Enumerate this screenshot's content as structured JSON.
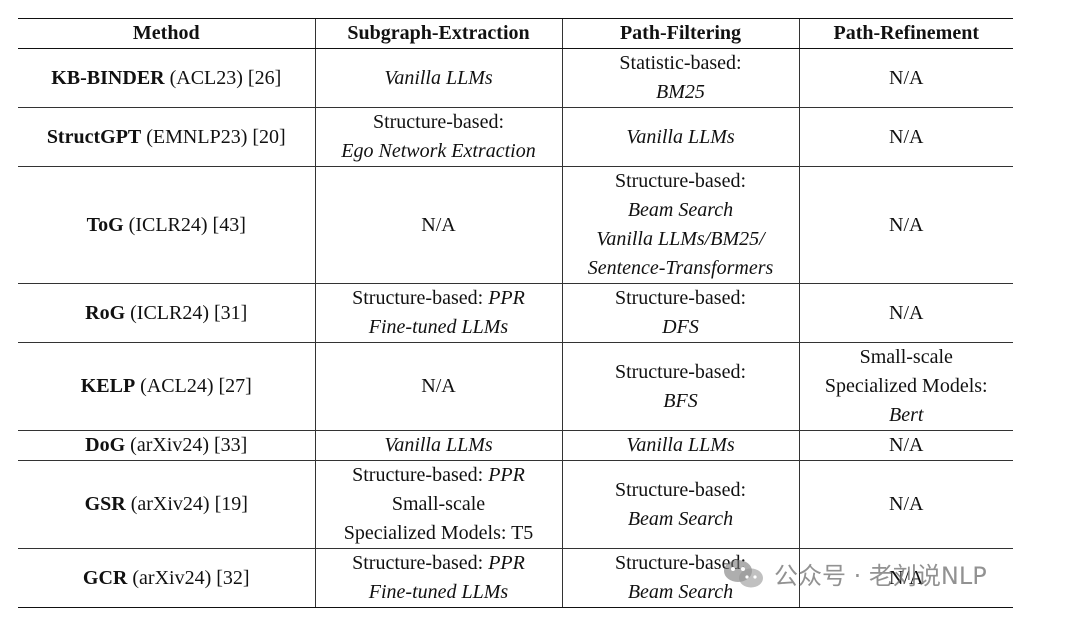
{
  "table": {
    "headers": [
      "Method",
      "Subgraph-Extraction",
      "Path-Filtering",
      "Path-Refinement"
    ],
    "rows": [
      {
        "method": {
          "name": "KB-BINDER",
          "rest": " (ACL23) [26]"
        },
        "cells": [
          [
            [
              {
                "t": "Vanilla LLMs",
                "i": true
              }
            ]
          ],
          [
            [
              {
                "t": "Statistic-based:",
                "i": false
              }
            ],
            [
              {
                "t": "BM25",
                "i": true
              }
            ]
          ],
          [
            [
              {
                "t": "N/A",
                "i": false
              }
            ]
          ]
        ]
      },
      {
        "method": {
          "name": "StructGPT",
          "rest": " (EMNLP23) [20]"
        },
        "cells": [
          [
            [
              {
                "t": "Structure-based:",
                "i": false
              }
            ],
            [
              {
                "t": "Ego Network Extraction",
                "i": true
              }
            ]
          ],
          [
            [
              {
                "t": "Vanilla LLMs",
                "i": true
              }
            ]
          ],
          [
            [
              {
                "t": "N/A",
                "i": false
              }
            ]
          ]
        ]
      },
      {
        "method": {
          "name": "ToG",
          "rest": " (ICLR24) [43]"
        },
        "cells": [
          [
            [
              {
                "t": "N/A",
                "i": false
              }
            ]
          ],
          [
            [
              {
                "t": "Structure-based:",
                "i": false
              }
            ],
            [
              {
                "t": "Beam Search",
                "i": true
              }
            ],
            [
              {
                "t": "Vanilla LLMs/BM25/",
                "i": true
              }
            ],
            [
              {
                "t": "Sentence-Transformers",
                "i": true
              }
            ]
          ],
          [
            [
              {
                "t": "N/A",
                "i": false
              }
            ]
          ]
        ]
      },
      {
        "method": {
          "name": "RoG",
          "rest": " (ICLR24) [31]"
        },
        "cells": [
          [
            [
              {
                "t": "Structure-based: ",
                "i": false
              },
              {
                "t": "PPR",
                "i": true
              }
            ],
            [
              {
                "t": "Fine-tuned LLMs",
                "i": true
              }
            ]
          ],
          [
            [
              {
                "t": "Structure-based:",
                "i": false
              }
            ],
            [
              {
                "t": "DFS",
                "i": true
              }
            ]
          ],
          [
            [
              {
                "t": "N/A",
                "i": false
              }
            ]
          ]
        ]
      },
      {
        "method": {
          "name": "KELP",
          "rest": " (ACL24) [27]"
        },
        "cells": [
          [
            [
              {
                "t": "N/A",
                "i": false
              }
            ]
          ],
          [
            [
              {
                "t": "Structure-based:",
                "i": false
              }
            ],
            [
              {
                "t": "BFS",
                "i": true
              }
            ]
          ],
          [
            [
              {
                "t": "Small-scale",
                "i": false
              }
            ],
            [
              {
                "t": "Specialized Models:",
                "i": false
              }
            ],
            [
              {
                "t": "Bert",
                "i": true
              }
            ]
          ]
        ]
      },
      {
        "method": {
          "name": "DoG",
          "rest": " (arXiv24) [33]"
        },
        "cells": [
          [
            [
              {
                "t": "Vanilla LLMs",
                "i": true
              }
            ]
          ],
          [
            [
              {
                "t": "Vanilla LLMs",
                "i": true
              }
            ]
          ],
          [
            [
              {
                "t": "N/A",
                "i": false
              }
            ]
          ]
        ]
      },
      {
        "method": {
          "name": "GSR",
          "rest": " (arXiv24) [19]"
        },
        "cells": [
          [
            [
              {
                "t": "Structure-based: ",
                "i": false
              },
              {
                "t": "PPR",
                "i": true
              }
            ],
            [
              {
                "t": "Small-scale",
                "i": false
              }
            ],
            [
              {
                "t": "Specialized Models: T5",
                "i": false
              }
            ]
          ],
          [
            [
              {
                "t": "Structure-based:",
                "i": false
              }
            ],
            [
              {
                "t": "Beam Search",
                "i": true
              }
            ]
          ],
          [
            [
              {
                "t": "N/A",
                "i": false
              }
            ]
          ]
        ]
      },
      {
        "method": {
          "name": "GCR",
          "rest": " (arXiv24) [32]"
        },
        "cells": [
          [
            [
              {
                "t": "Structure-based: ",
                "i": false
              },
              {
                "t": "PPR",
                "i": true
              }
            ],
            [
              {
                "t": "Fine-tuned LLMs",
                "i": true
              }
            ]
          ],
          [
            [
              {
                "t": "Structure-based:",
                "i": false
              }
            ],
            [
              {
                "t": "Beam Search",
                "i": true
              }
            ]
          ],
          [
            [
              {
                "t": "N/A",
                "i": false
              }
            ]
          ]
        ]
      }
    ]
  },
  "watermark": {
    "text": "公众号 · 老刘说NLP",
    "icon": "wechat-icon"
  }
}
